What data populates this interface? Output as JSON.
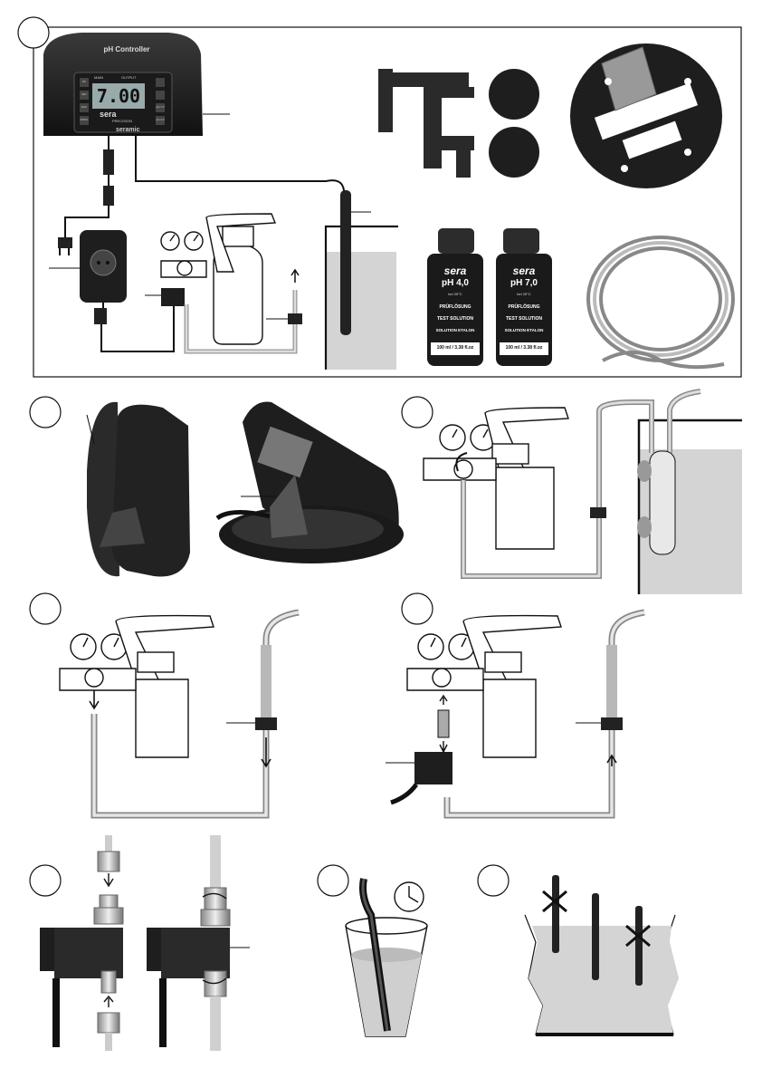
{
  "controller": {
    "title": "pH Controller",
    "display_value": "7.00",
    "indicators": [
      "MAIN",
      "OUTPUT"
    ],
    "brand": "sera",
    "subbrand_1": "PRECISION",
    "subbrand_2": "seramic",
    "buttons": [
      "OK",
      "SET",
      "ESC",
      "PROG",
      "pH 7.0",
      "pH 4.0"
    ]
  },
  "bottles": [
    {
      "brand": "sera",
      "ph": "pH 4,0",
      "line1": "bei 25°C",
      "line2": "PRÜFLÖSUNG",
      "line3": "TEST SOLUTION",
      "line4": "SOLUTION ETALON",
      "volume": "100 ml / 3.38 fl.oz"
    },
    {
      "brand": "sera",
      "ph": "pH 7,0",
      "line1": "bei 25°C",
      "line2": "PRÜFLÖSUNG",
      "line3": "TEST SOLUTION",
      "line4": "SOLUTION ETALON",
      "volume": "100 ml / 3.38 fl.oz"
    }
  ],
  "colors": {
    "dark": "#1e1e1e",
    "water": "#d4d4d4",
    "tube": "#a9a9a9",
    "line": "#111111"
  },
  "icons": [
    "clock-icon",
    "cross-mark-icon"
  ]
}
